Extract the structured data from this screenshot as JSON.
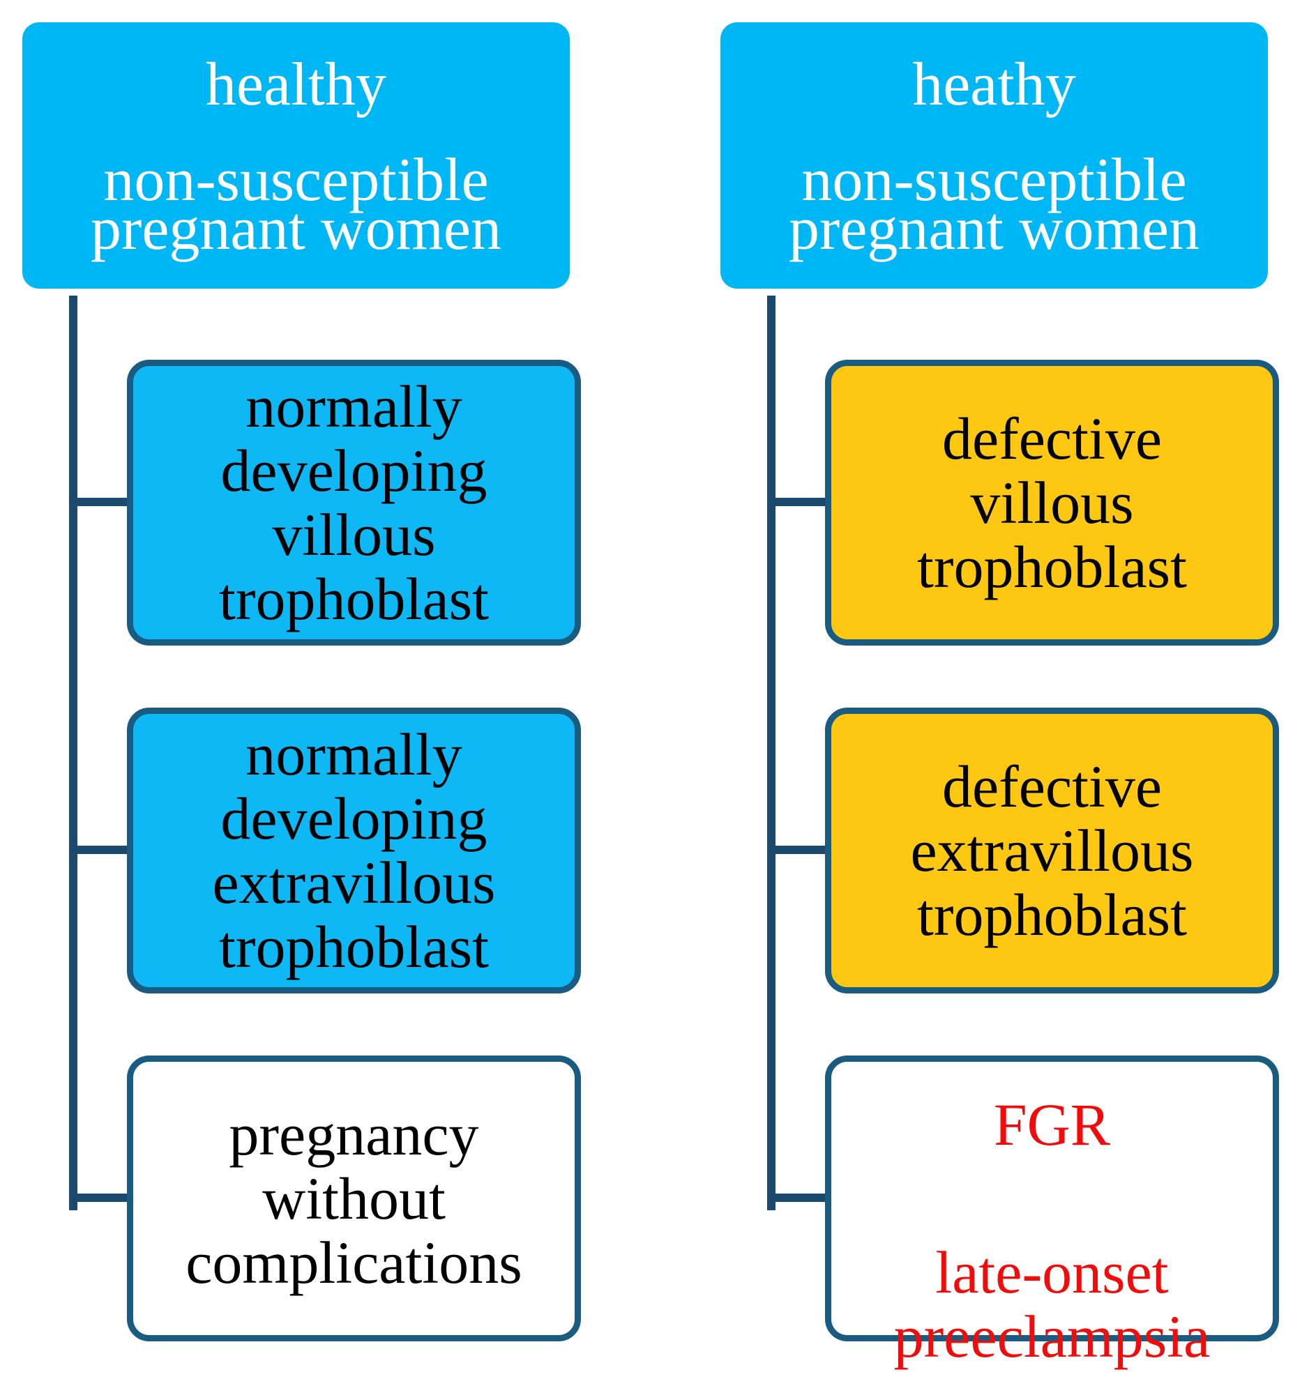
{
  "colors": {
    "header": "#00b7f6",
    "blue_box": "#0db8f4",
    "yellow_box": "#fdc712",
    "white_box": "#ffffff",
    "border": "#1a5b82",
    "connector": "#1b4a6e",
    "red_text": "#f20b0b"
  },
  "left": {
    "header": {
      "line1": "healthy",
      "line2": "non-susceptible\npregnant women"
    },
    "boxes": [
      {
        "text": "normally\ndeveloping\nvillous\ntrophoblast"
      },
      {
        "text": "normally\ndeveloping\nextravillous\ntrophoblast"
      },
      {
        "text": "pregnancy\nwithout\ncomplications"
      }
    ]
  },
  "right": {
    "header": {
      "line1": "heathy",
      "line2": "non-susceptible\npregnant women"
    },
    "boxes": [
      {
        "text": "defective\nvillous\ntrophoblast"
      },
      {
        "text": "defective\nextravillous\ntrophoblast"
      },
      {
        "fgr": "FGR",
        "text": "late-onset\npreeclampsia"
      }
    ]
  }
}
